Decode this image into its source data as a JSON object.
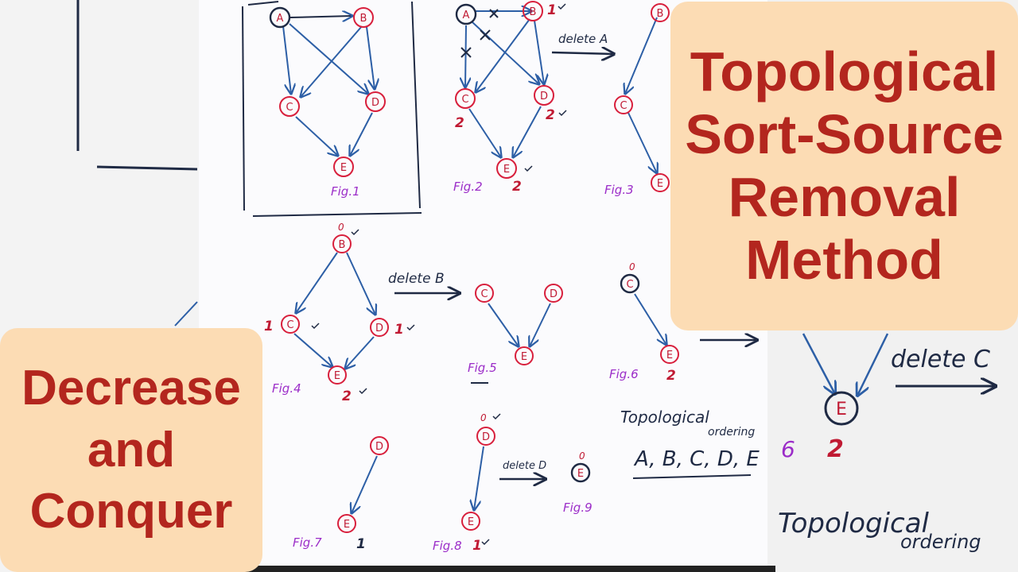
{
  "colors": {
    "node_stroke": "#d81f3c",
    "edge": "#2d5fa6",
    "node_text": "#c01a33",
    "fig_label": "#9b2cc8",
    "count": "#c01a33",
    "ink": "#1f2a44",
    "title_text": "#b3261e",
    "overlay_bg": "#fcdcb4"
  },
  "overlay": {
    "title_lines": [
      "Topological",
      "Sort-Source",
      "Removal",
      "Method"
    ],
    "left_lines": [
      "Decrease",
      "and",
      "Conquer"
    ]
  },
  "figures": {
    "fig1": {
      "label": "Fig.1",
      "nodes": [
        "A",
        "B",
        "C",
        "D",
        "E"
      ]
    },
    "fig2": {
      "label": "Fig.2",
      "nodes": [
        "A",
        "B",
        "C",
        "D",
        "E"
      ],
      "counts": [
        "1",
        "2",
        "2",
        "2"
      ]
    },
    "fig3": {
      "label": "Fig.3",
      "nodes": [
        "B",
        "C",
        "E"
      ]
    },
    "fig4": {
      "label": "Fig.4",
      "nodes": [
        "B",
        "C",
        "D",
        "E"
      ],
      "counts": [
        "0",
        "1",
        "1",
        "2"
      ]
    },
    "fig5": {
      "label": "Fig.5",
      "nodes": [
        "C",
        "D",
        "E"
      ]
    },
    "fig6": {
      "label": "Fig.6",
      "nodes": [
        "C",
        "E"
      ],
      "counts": [
        "0",
        "2"
      ]
    },
    "fig7": {
      "label": "Fig.7",
      "nodes": [
        "D",
        "E"
      ],
      "counts": [
        "1"
      ]
    },
    "fig8": {
      "label": "Fig.8",
      "nodes": [
        "D",
        "E"
      ],
      "counts": [
        "0",
        "1"
      ]
    },
    "fig9": {
      "label": "Fig.9",
      "nodes": [
        "E"
      ],
      "counts": [
        "0"
      ]
    }
  },
  "actions": {
    "delete_a": "delete A",
    "delete_b": "delete B",
    "delete_c": "delete C",
    "delete_d": "delete D"
  },
  "ordering": {
    "heading_1": "Topological",
    "heading_2": "ordering",
    "sequence": "A, B, C, D, E"
  },
  "right_panel": {
    "node": "E",
    "count": "2",
    "fig_fragment": "6",
    "action": "delete C",
    "heading_1": "Topological",
    "heading_2": "ordering"
  }
}
